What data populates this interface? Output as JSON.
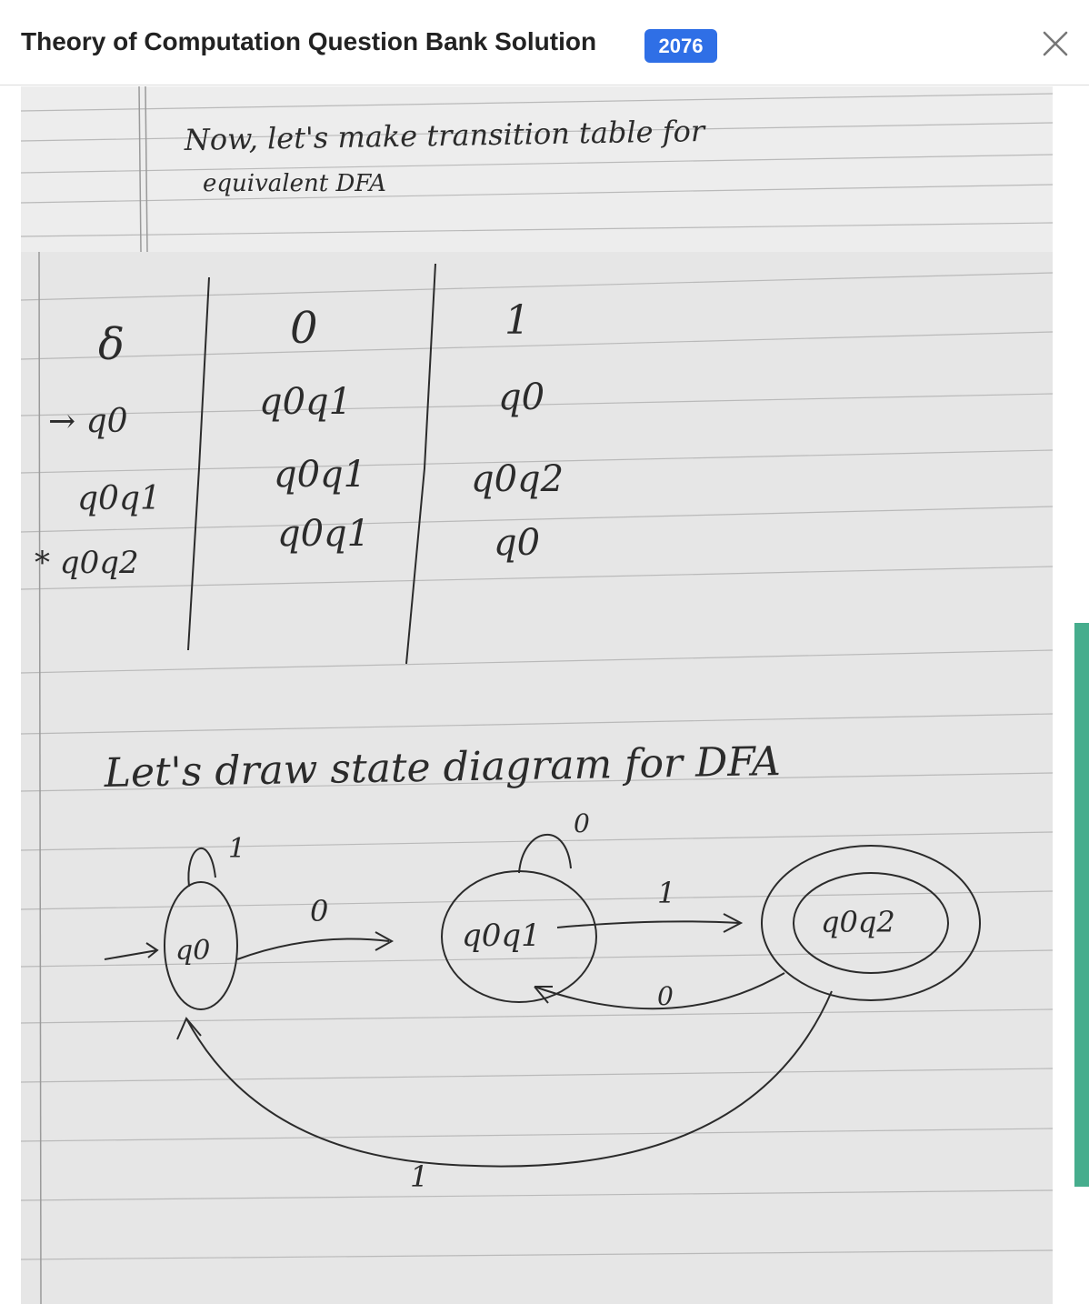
{
  "window": {
    "title": "Theory of Computation Question Bank Solution",
    "badge": "2076",
    "close_icon": "close-icon"
  },
  "note": {
    "heading_line1": "Now, let's make transition table for",
    "heading_line2": "equivalent DFA",
    "table": {
      "header": [
        "δ",
        "0",
        "1"
      ],
      "rows": [
        [
          "→ q0",
          "q0q1",
          "q0"
        ],
        [
          "q0q1",
          "q0q1",
          "q0q2"
        ],
        [
          "* q0q2",
          "q0q1",
          "q0"
        ]
      ]
    },
    "diagram_heading": "Let's draw state diagram for DFA",
    "diagram": {
      "states": [
        "q0",
        "q0q1",
        "q0q2"
      ],
      "self_loop_q0": "1",
      "self_loop_q0q1": "0",
      "edge_q0_q0q1": "0",
      "edge_q0q1_q0q2": "1",
      "edge_q0q2_q0q1": "0",
      "edge_q0q2_q0": "1"
    }
  },
  "colors": {
    "badge_bg": "#2f6fe6",
    "scrollbar": "#46ad8d",
    "paper": "#e8e8e8",
    "ink": "#2b2b2b"
  }
}
